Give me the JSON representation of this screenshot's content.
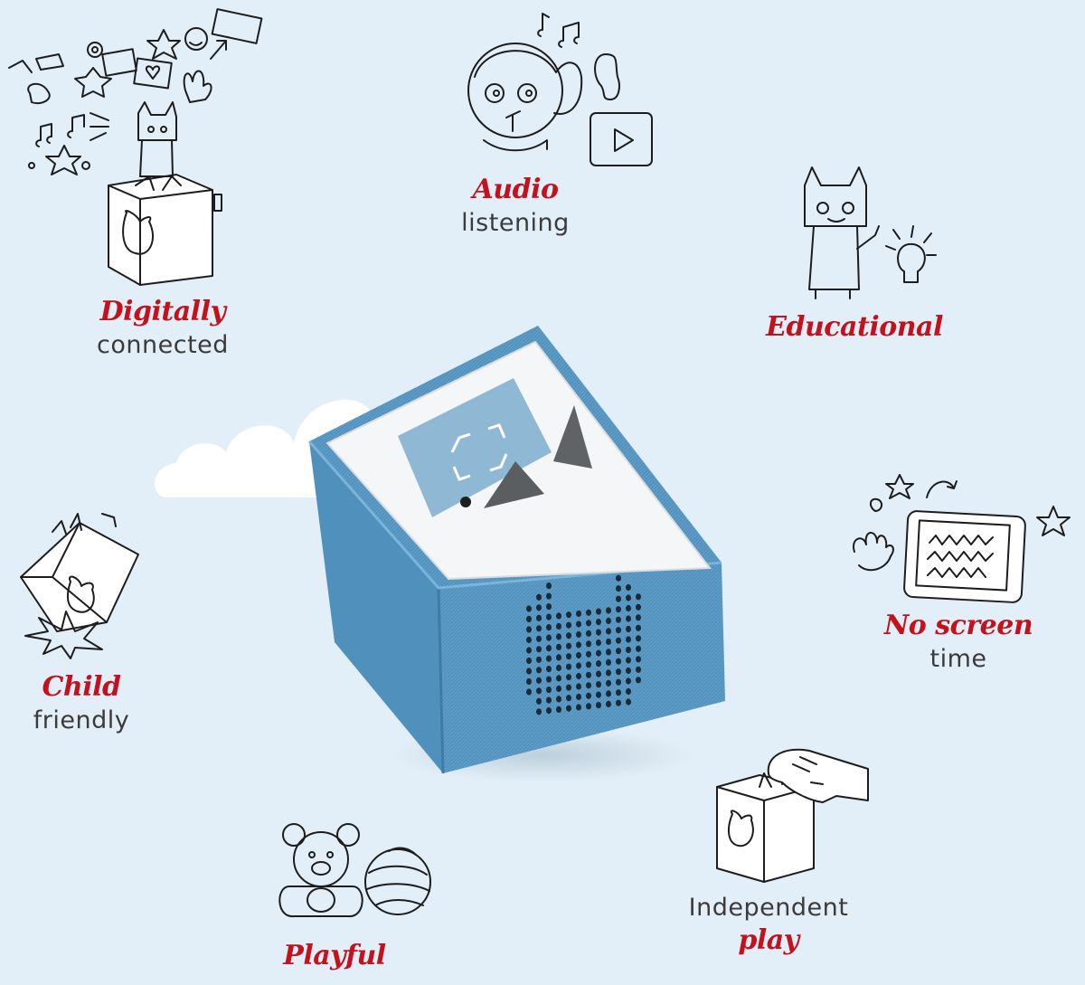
{
  "features": {
    "digitally": {
      "accent": "Digitally",
      "text": "connected"
    },
    "audio": {
      "accent": "Audio",
      "text": "listening"
    },
    "educational": {
      "accent": "Educational"
    },
    "no_screen": {
      "accent": "No screen",
      "text": "time"
    },
    "child": {
      "accent": "Child",
      "text": "friendly"
    },
    "playful": {
      "accent": "Playful"
    },
    "independent": {
      "text": "Independent",
      "accent": "play"
    }
  },
  "colors": {
    "background": "#e3eff8",
    "accent": "#c3121e",
    "text": "#3b3b3b",
    "box_blue": "#5b9ac4"
  }
}
